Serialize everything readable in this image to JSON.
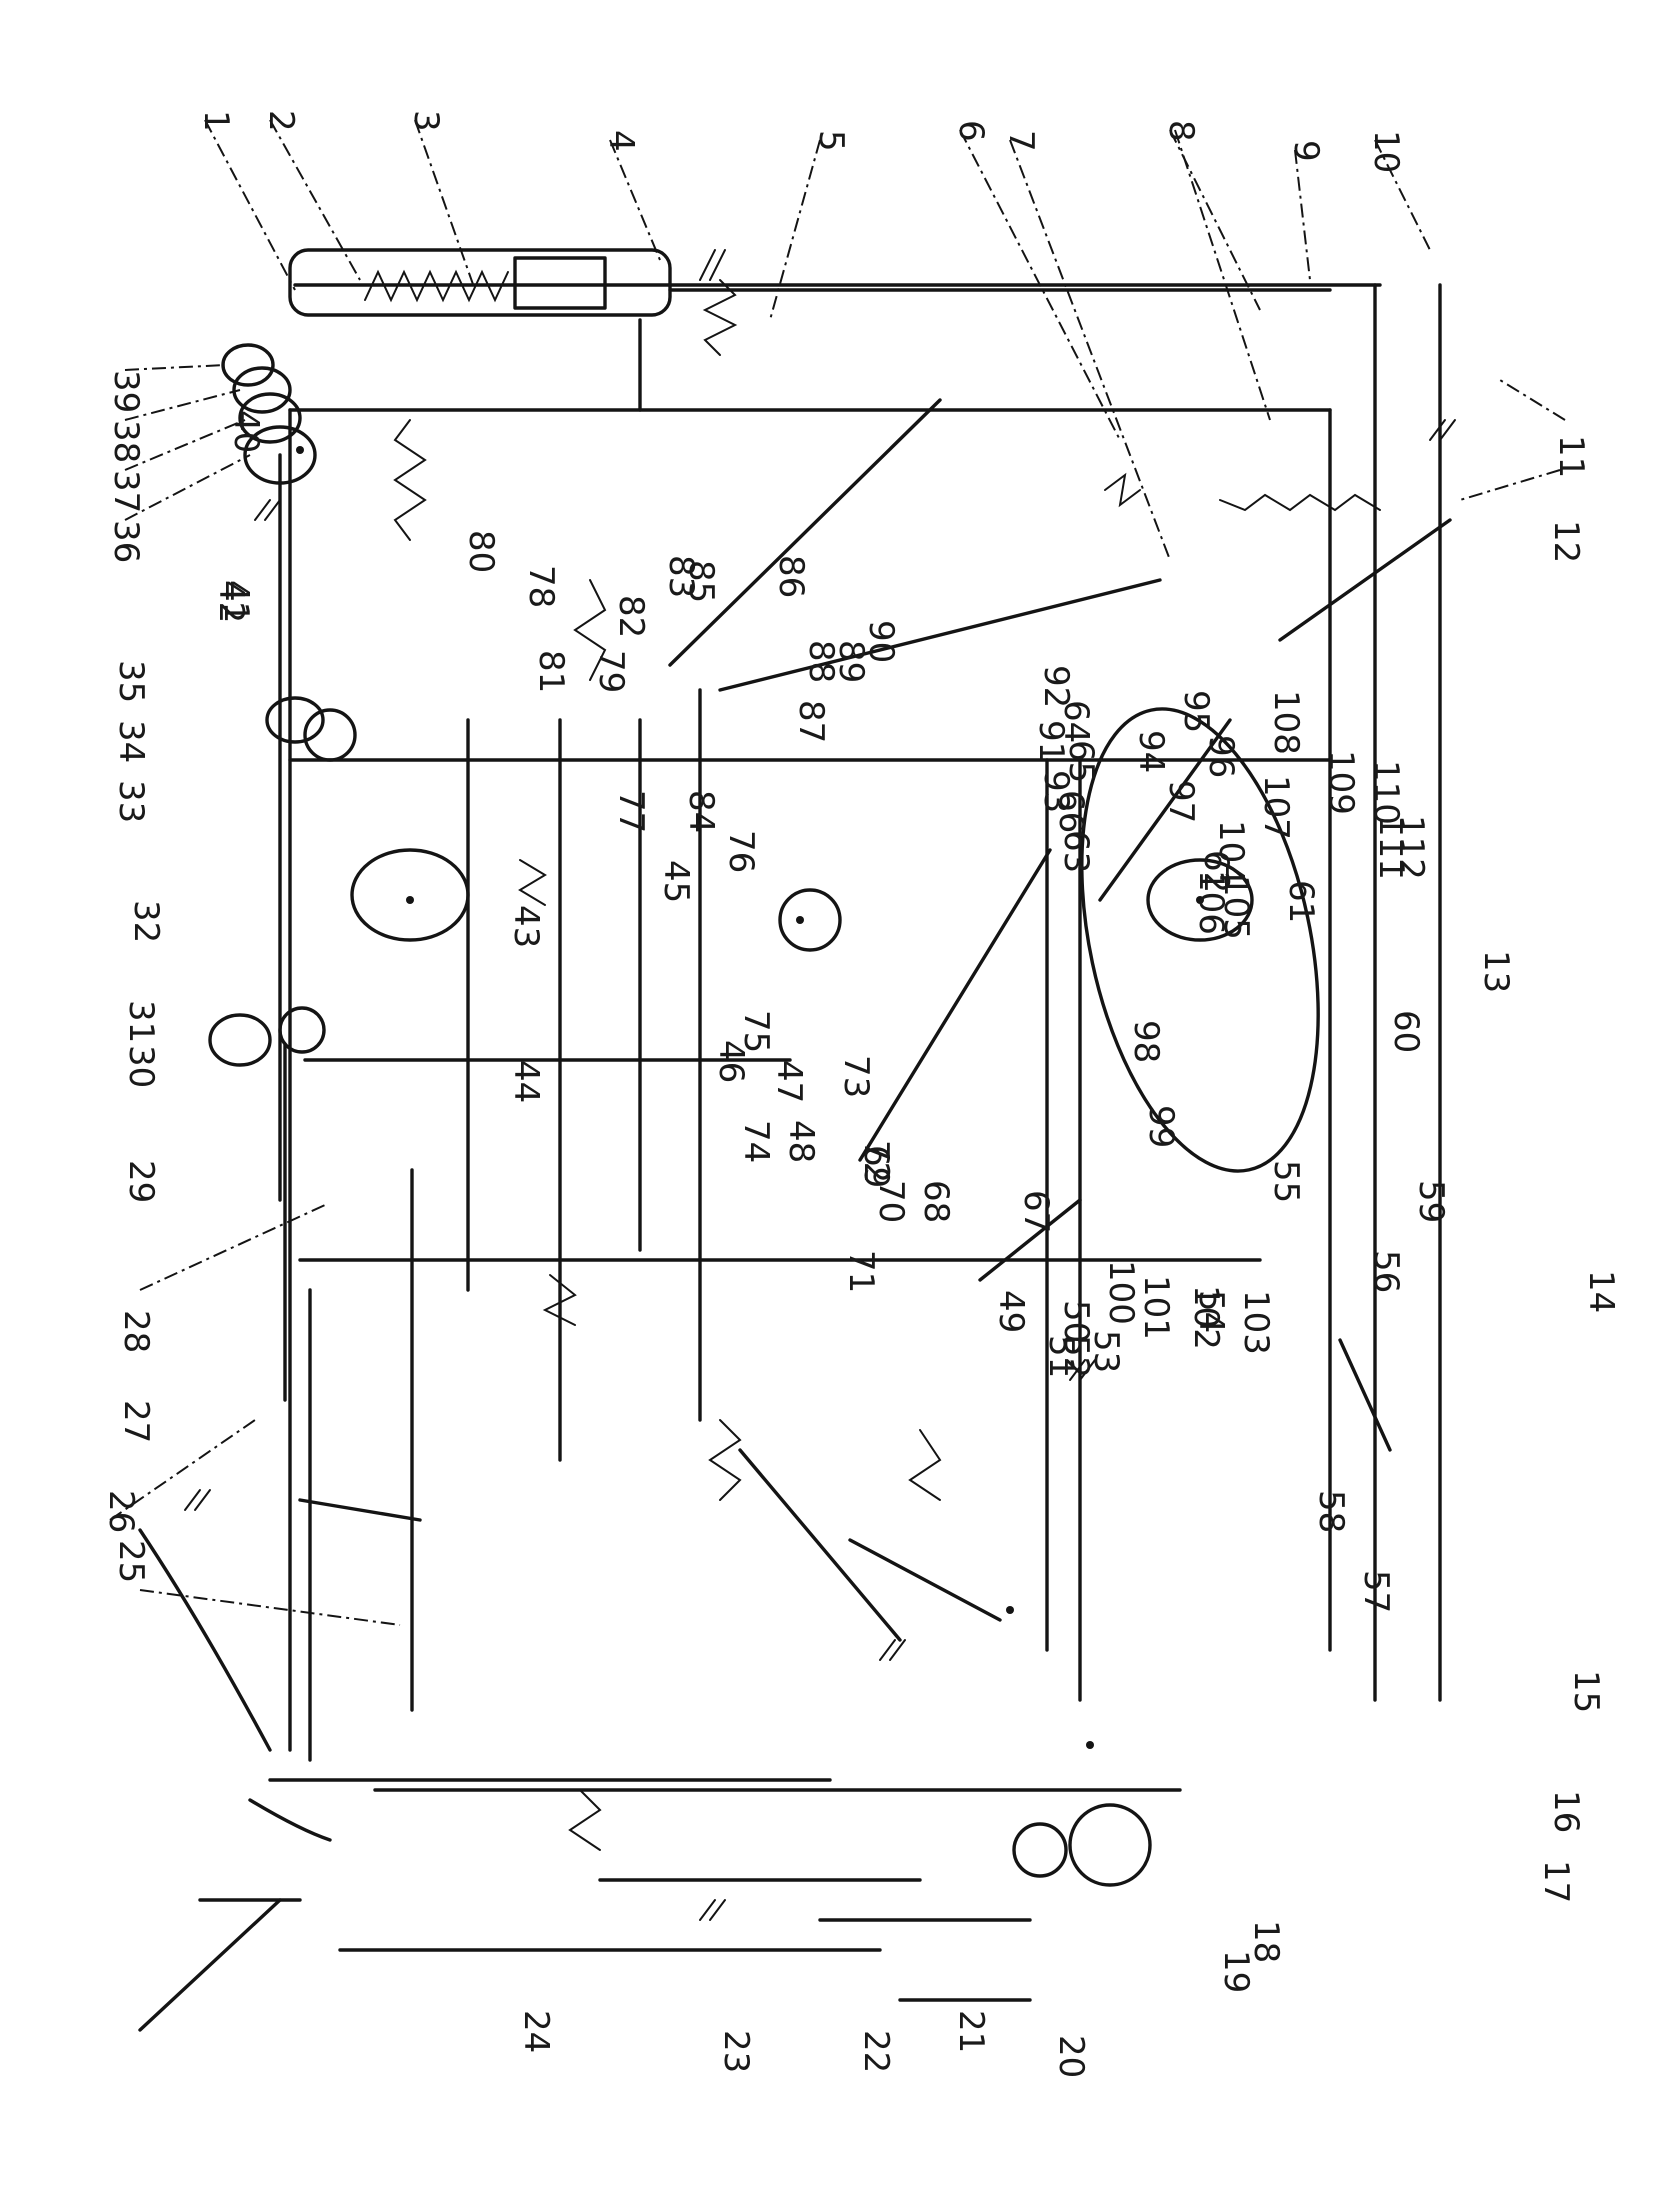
{
  "figure": {
    "labels": [
      "1",
      "2",
      "3",
      "4",
      "5",
      "6",
      "7",
      "8",
      "9",
      "10",
      "11",
      "12",
      "13",
      "14",
      "15",
      "16",
      "17",
      "18",
      "19",
      "20",
      "21",
      "22",
      "23",
      "24",
      "25",
      "26",
      "27",
      "28",
      "29",
      "30",
      "31",
      "32",
      "33",
      "34",
      "35",
      "36",
      "37",
      "38",
      "39",
      "40",
      "41",
      "42",
      "43",
      "44",
      "45",
      "46",
      "47",
      "48",
      "49",
      "50",
      "51",
      "52",
      "53",
      "54",
      "55",
      "56",
      "57",
      "58",
      "59",
      "60",
      "61",
      "62",
      "63",
      "64",
      "65",
      "66",
      "67",
      "68",
      "69",
      "70",
      "71",
      "72",
      "73",
      "74",
      "75",
      "76",
      "77",
      "78",
      "79",
      "80",
      "81",
      "82",
      "83",
      "84",
      "85",
      "86",
      "87",
      "88",
      "89",
      "90",
      "91",
      "92",
      "93",
      "94",
      "95",
      "96",
      "97",
      "98",
      "99",
      "100",
      "101",
      "102",
      "103",
      "104",
      "105",
      "106",
      "107",
      "108",
      "109",
      "110",
      "111",
      "112"
    ]
  }
}
